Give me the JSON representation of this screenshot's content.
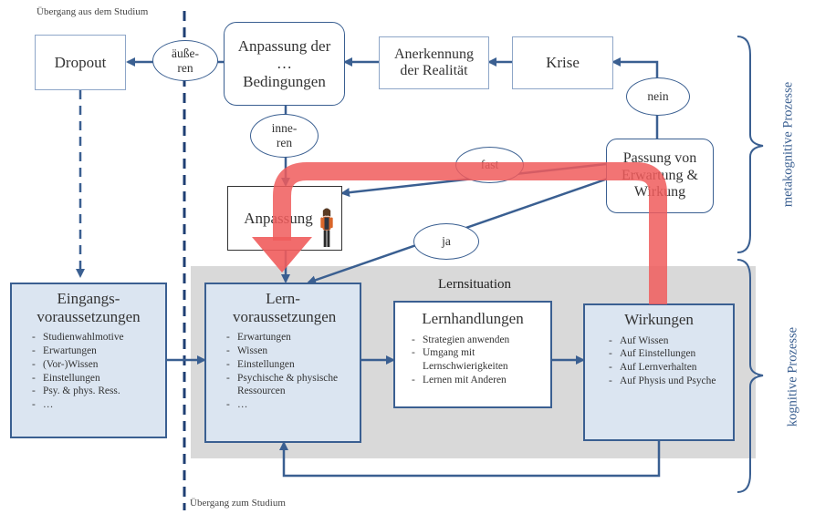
{
  "labels": {
    "transition_from_study": "Übergang aus dem Studium",
    "transition_to_study": "Übergang zum Studium",
    "metacognitive": "metakognitive Prozesse",
    "cognitive": "kognitive Prozesse",
    "learning_situation": "Lernsituation"
  },
  "nodes": {
    "dropout": "Dropout",
    "adaptation_conditions": "Anpassung der … Bedingungen",
    "recognition_reality": "Anerkennung der Realität",
    "crisis": "Krise",
    "adaptation": "Anpassung",
    "fit_expectation_effect": "Passung von Erwartung & Wirkung",
    "entry_requirements": {
      "title": "Eingangs-voraussetzungen",
      "items": [
        "Studienwahlmotive",
        "Erwartungen",
        "(Vor-)Wissen",
        "Einstellungen",
        "Psy. & phys. Ress.",
        "…"
      ]
    },
    "learning_requirements": {
      "title": "Lern-voraussetzungen",
      "items": [
        "Erwartungen",
        "Wissen",
        "Einstellungen",
        "Psychische & physische Ressourcen",
        "…"
      ]
    },
    "learning_actions": {
      "title": "Lernhandlungen",
      "items": [
        "Strategien anwenden",
        "Umgang mit Lernschwierigkeiten",
        "Lernen mit Anderen"
      ]
    },
    "effects": {
      "title": "Wirkungen",
      "items": [
        "Auf Wissen",
        "Auf Einstellungen",
        "Auf Lernverhalten",
        "Auf Physis und Psyche"
      ]
    }
  },
  "ovals": {
    "external": "äuße-ren",
    "internal": "inne-ren",
    "no": "nein",
    "almost": "fast",
    "yes": "ja"
  },
  "colors": {
    "dark_blue": "#3a5f91",
    "light_blue_fill": "#dbe5f1",
    "grey_region": "#d9d9d9",
    "red_highlight": "#f05c5c"
  },
  "icons": {
    "person": "person-figure-icon"
  }
}
